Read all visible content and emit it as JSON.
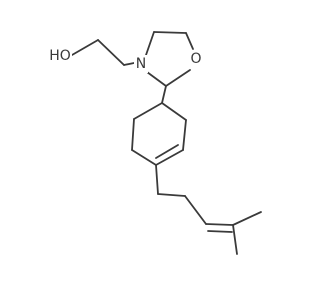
{
  "molecule": {
    "atoms": {
      "o_hydroxyl": "HO",
      "n_ring": "N",
      "o_ring": "O"
    }
  },
  "colors": {
    "bond": "#3a3a3a",
    "label": "#3a3a3a",
    "background": "#ffffff"
  }
}
